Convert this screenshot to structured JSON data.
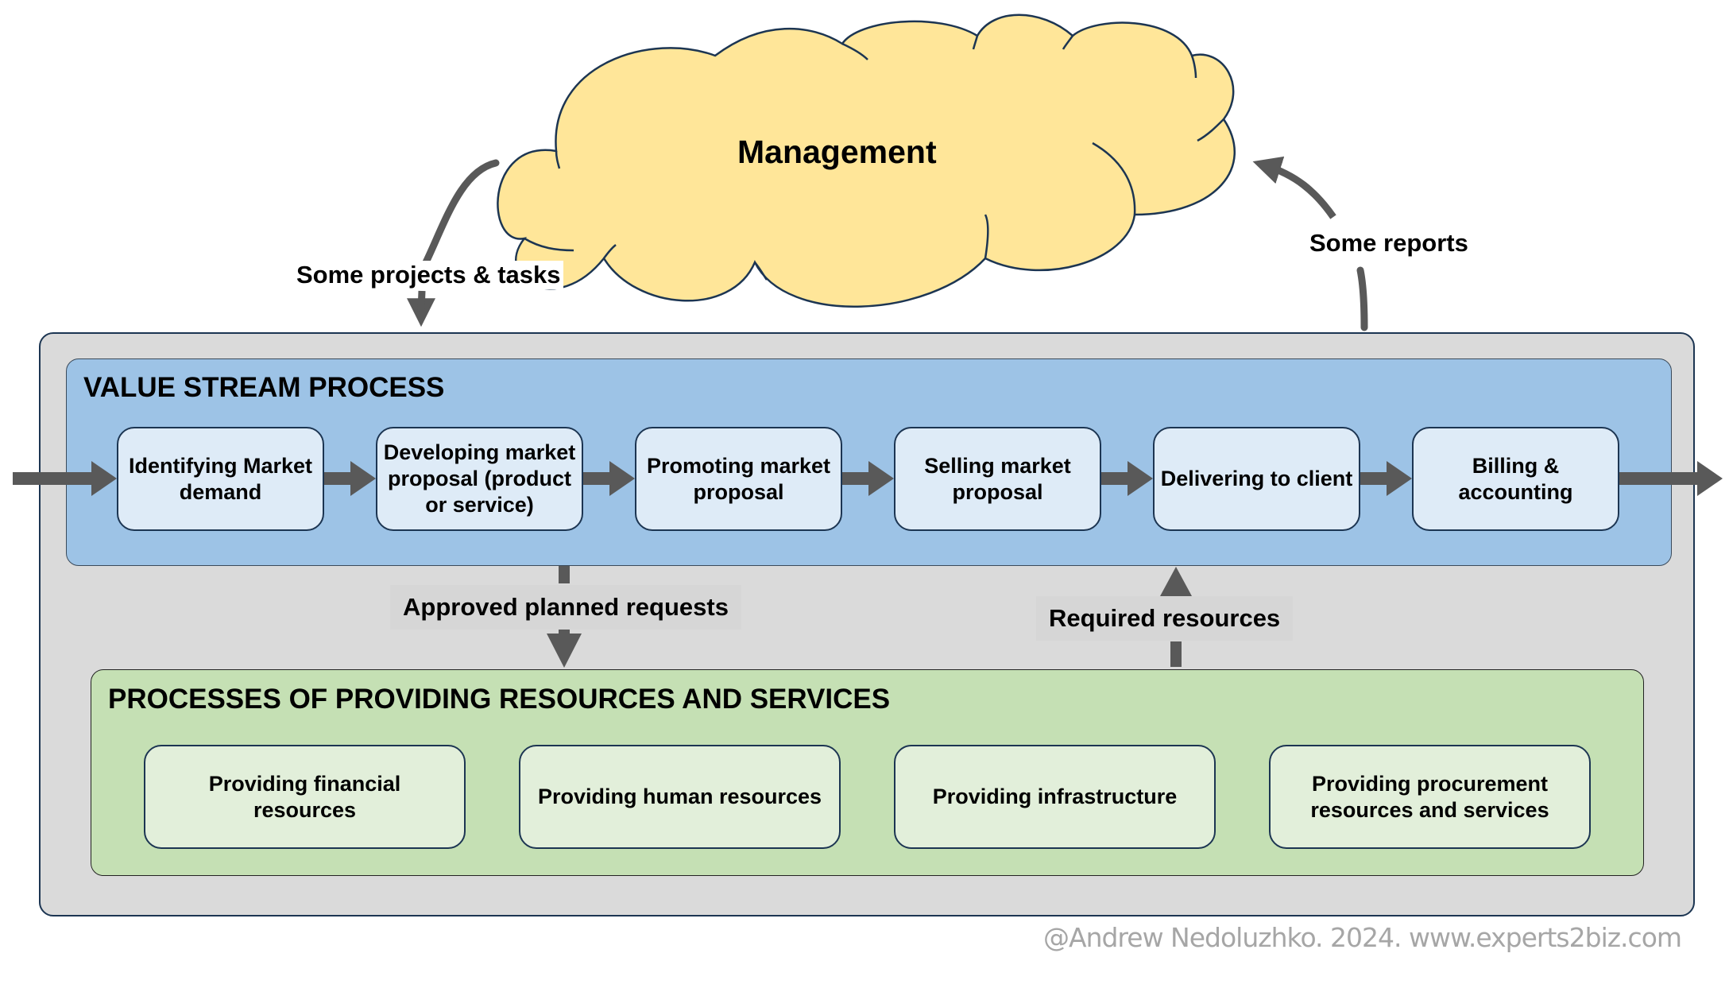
{
  "management": {
    "label": "Management",
    "fill_color": "#ffe699"
  },
  "top_flows": {
    "down_label": "Some projects & tasks",
    "up_label": "Some reports"
  },
  "value_stream": {
    "title": "VALUE STREAM PROCESS",
    "fill_color": "#9dc3e6",
    "steps": [
      {
        "label": "Identifying Market demand"
      },
      {
        "label": "Developing market proposal (product or service)"
      },
      {
        "label": "Promoting market proposal"
      },
      {
        "label": "Selling market proposal"
      },
      {
        "label": "Delivering to client"
      },
      {
        "label": "Billing & accounting"
      }
    ]
  },
  "middle_flows": {
    "down_label": "Approved planned requests",
    "up_label": "Required resources"
  },
  "resources": {
    "title": "PROCESSES OF PROVIDING RESOURCES AND SERVICES",
    "fill_color": "#c5e0b4",
    "items": [
      {
        "label": "Providing financial resources"
      },
      {
        "label": "Providing human resources"
      },
      {
        "label": "Providing infrastructure"
      },
      {
        "label": "Providing procurement resources and services"
      }
    ]
  },
  "colors": {
    "arrow": "#595959",
    "outline": "#1c3552",
    "outer_fill": "#dadada"
  },
  "credit": "@Andrew Nedoluzhko. 2024. www.experts2biz.com"
}
